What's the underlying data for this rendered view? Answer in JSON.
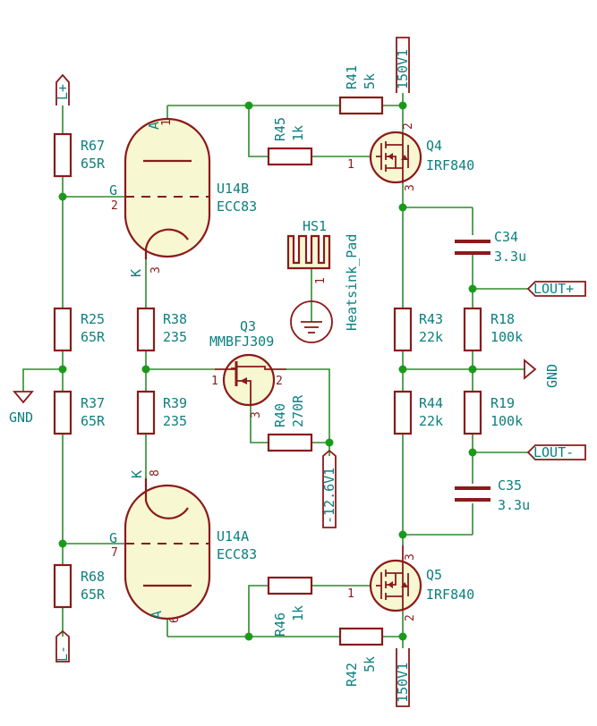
{
  "ports": {
    "lplus": "L+",
    "lminus": "L-",
    "v150_top": "150V1",
    "v150_bot": "150V1",
    "lout_plus": "LOUT+",
    "lout_minus": "LOUT-",
    "vneg": "-12.6V1",
    "gnd_left": "GND",
    "gnd_right": "GND"
  },
  "resistors": {
    "R67": {
      "ref": "R67",
      "val": "65R"
    },
    "R25": {
      "ref": "R25",
      "val": "65R"
    },
    "R37": {
      "ref": "R37",
      "val": "65R"
    },
    "R68": {
      "ref": "R68",
      "val": "65R"
    },
    "R38": {
      "ref": "R38",
      "val": "235"
    },
    "R39": {
      "ref": "R39",
      "val": "235"
    },
    "R41": {
      "ref": "R41",
      "val": "5k"
    },
    "R45": {
      "ref": "R45",
      "val": "1k"
    },
    "R46": {
      "ref": "R46",
      "val": "1k"
    },
    "R42": {
      "ref": "R42",
      "val": "5k"
    },
    "R40": {
      "ref": "R40",
      "val": "270R"
    },
    "R43": {
      "ref": "R43",
      "val": "22k"
    },
    "R44": {
      "ref": "R44",
      "val": "22k"
    },
    "R18": {
      "ref": "R18",
      "val": "100k"
    },
    "R19": {
      "ref": "R19",
      "val": "100k"
    }
  },
  "capacitors": {
    "C34": {
      "ref": "C34",
      "val": "3.3u"
    },
    "C35": {
      "ref": "C35",
      "val": "3.3u"
    }
  },
  "tubes": {
    "U14B": {
      "ref": "U14B",
      "val": "ECC83",
      "pin_a": "1",
      "pin_g": "2",
      "pin_k": "3"
    },
    "U14A": {
      "ref": "U14A",
      "val": "ECC83",
      "pin_a": "6",
      "pin_g": "7",
      "pin_k": "8"
    },
    "label_a": "A",
    "label_g": "G",
    "label_k": "K"
  },
  "transistors": {
    "Q4": {
      "ref": "Q4",
      "val": "IRF840",
      "pin_g": "1",
      "pin_d": "2",
      "pin_s": "3"
    },
    "Q5": {
      "ref": "Q5",
      "val": "IRF840",
      "pin_g": "1",
      "pin_d": "2",
      "pin_s": "3"
    },
    "Q3": {
      "ref": "Q3",
      "val": "MMBFJ309",
      "pin1": "1",
      "pin2": "2",
      "pin3": "3"
    }
  },
  "heatsink": {
    "ref": "HS1",
    "val": "Heatsink_Pad",
    "pin": "1"
  }
}
